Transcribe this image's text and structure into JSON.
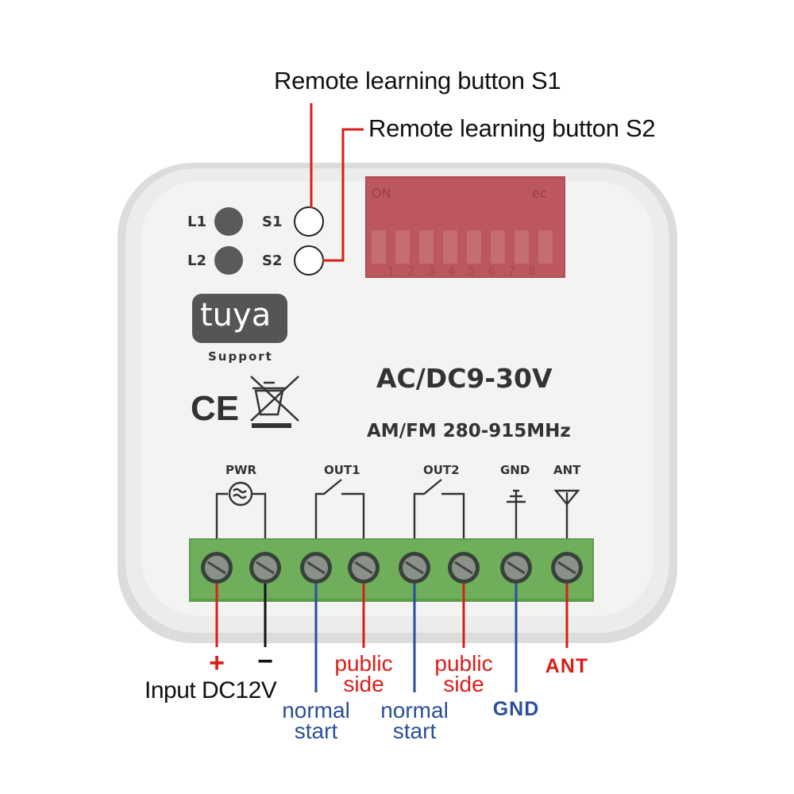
{
  "callouts": {
    "s1": "Remote learning button S1",
    "s2": "Remote learning button S2"
  },
  "device": {
    "leds": [
      "L1",
      "L2"
    ],
    "buttons": [
      "S1",
      "S2"
    ],
    "dip_switch": {
      "marking_left": "ON",
      "marking_right": "ec",
      "numbers": "1 2 3 4 5 6 7 8"
    },
    "brand": {
      "name": "tuya",
      "tagline": "Support"
    },
    "ce_mark": "CE",
    "voltage": "AC/DC9-30V",
    "frequency": "AM/FM 280-915MHz",
    "terminal_labels": [
      "PWR",
      "OUT1",
      "OUT2",
      "GND",
      "ANT"
    ]
  },
  "wires": {
    "plus": "+",
    "minus": "−",
    "input": "Input DC12V",
    "public1": [
      "public",
      "side"
    ],
    "public2": [
      "public",
      "side"
    ],
    "normal1": [
      "normal",
      "start"
    ],
    "normal2": [
      "normal",
      "start"
    ],
    "gnd": "GND",
    "ant": "ANT"
  },
  "colors": {
    "red": "#d91e18",
    "blue": "#2a4f9a",
    "terminal_green": "#6fae5a",
    "housing": "#ececeb"
  }
}
